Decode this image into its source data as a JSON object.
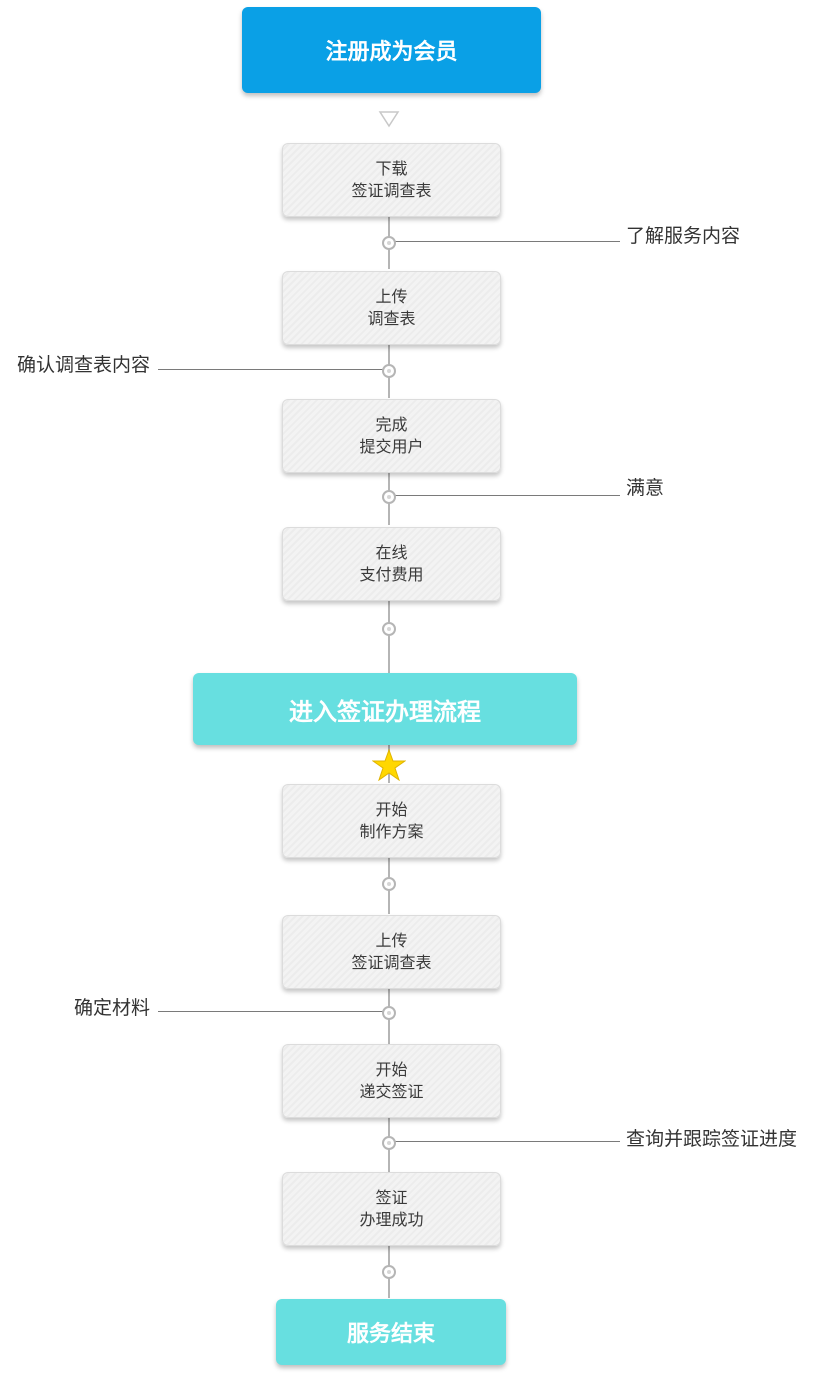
{
  "start": {
    "label": "注册成为会员"
  },
  "phase2": {
    "label": "进入签证办理流程"
  },
  "end": {
    "label": "服务结束"
  },
  "steps": [
    {
      "line1": "下载",
      "line2": "签证调查表"
    },
    {
      "line1": "上传",
      "line2": "调查表"
    },
    {
      "line1": "完成",
      "line2": "提交用户"
    },
    {
      "line1": "在线",
      "line2": "支付费用"
    },
    {
      "line1": "开始",
      "line2": "制作方案"
    },
    {
      "line1": "上传",
      "line2": "签证调查表"
    },
    {
      "line1": "开始",
      "line2": "递交签证"
    },
    {
      "line1": "签证",
      "line2": "办理成功"
    }
  ],
  "annotations": [
    {
      "text": "了解服务内容",
      "side": "right"
    },
    {
      "text": "确认调查表内容",
      "side": "left"
    },
    {
      "text": "满意",
      "side": "right"
    },
    {
      "text": "确定材料",
      "side": "left"
    },
    {
      "text": "查询并跟踪签证进度",
      "side": "right"
    }
  ],
  "colors": {
    "start": "#0aa0e6",
    "phase": "#67dfe0",
    "connector": "#b5b5b5",
    "star": "#ffd700"
  },
  "icons": {
    "down_arrow": "triangle-down-icon",
    "milestone": "star-icon"
  }
}
